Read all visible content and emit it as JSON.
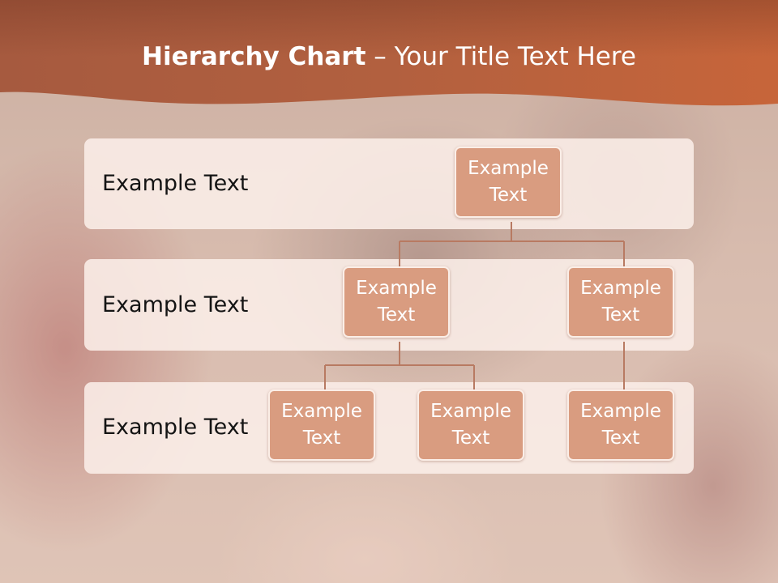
{
  "title": {
    "bold": "Hierarchy Chart",
    "rest": " – Your Title Text Here"
  },
  "rows": [
    {
      "label": "Example Text"
    },
    {
      "label": "Example Text"
    },
    {
      "label": "Example Text"
    }
  ],
  "nodes": {
    "root": "Example\nText",
    "level2_left": "Example\nText",
    "level2_right": "Example\nText",
    "level3_left": "Example\nText",
    "level3_middle": "Example\nText",
    "level3_right": "Example\nText"
  },
  "colors": {
    "header": "#c2643f",
    "node_fill": "#d99c80",
    "connector": "#b87a62",
    "row_band": "#faeee8"
  }
}
